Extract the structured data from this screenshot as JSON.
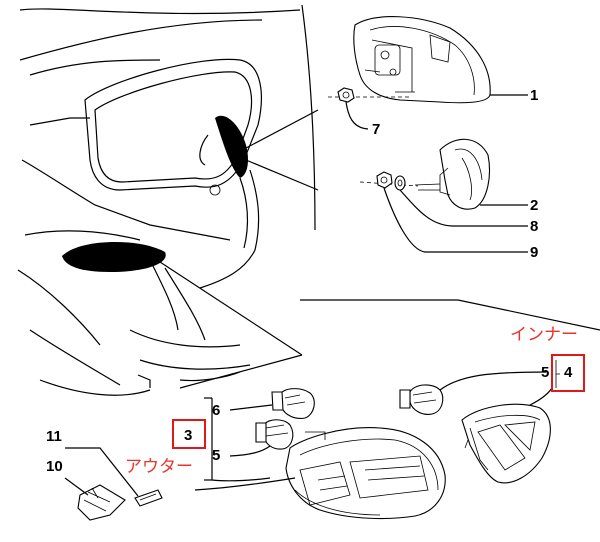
{
  "diagram": {
    "callouts": [
      {
        "id": "1",
        "label": "1"
      },
      {
        "id": "2",
        "label": "2"
      },
      {
        "id": "3",
        "label": "3"
      },
      {
        "id": "4",
        "label": "4"
      },
      {
        "id": "5a",
        "label": "5"
      },
      {
        "id": "5b",
        "label": "5"
      },
      {
        "id": "6",
        "label": "6"
      },
      {
        "id": "7",
        "label": "7"
      },
      {
        "id": "8",
        "label": "8"
      },
      {
        "id": "9",
        "label": "9"
      },
      {
        "id": "10",
        "label": "10"
      },
      {
        "id": "11",
        "label": "11"
      }
    ],
    "annotations": {
      "inner": "インナー",
      "outer": "アウター"
    },
    "highlight_color": "#e01818",
    "annotation_color": "#e8342b"
  }
}
